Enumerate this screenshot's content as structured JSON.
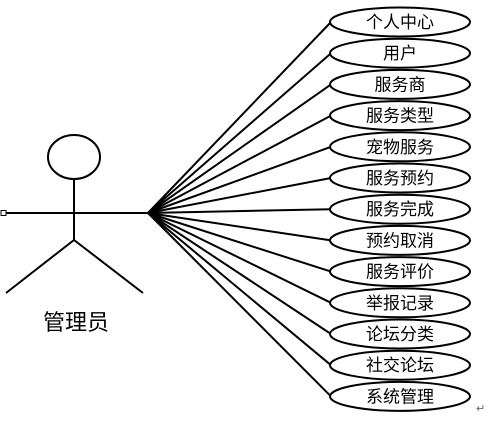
{
  "actor": {
    "name": "管理员"
  },
  "use_cases": [
    "个人中心",
    "用户",
    "服务商",
    "服务类型",
    "宠物服务",
    "服务预约",
    "服务完成",
    "预约取消",
    "服务评价",
    "举报记录",
    "论坛分类",
    "社交论坛",
    "系统管理"
  ],
  "return_mark": "↵"
}
